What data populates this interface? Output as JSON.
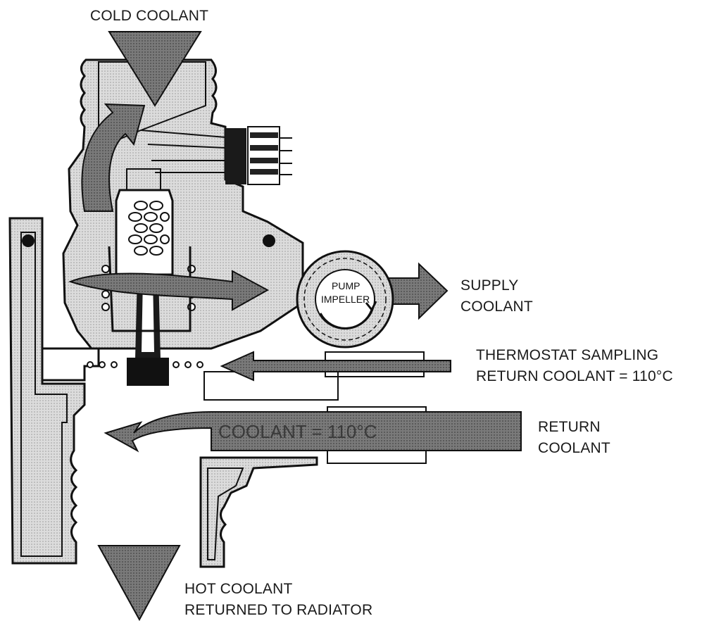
{
  "labels": {
    "cold_coolant": "COLD COOLANT",
    "supply_line1": "SUPPLY",
    "supply_line2": "COOLANT",
    "sampling_line1": "THERMOSTAT SAMPLING",
    "sampling_line2": "RETURN COOLANT = 110°C",
    "return_line1": "RETURN",
    "return_line2": "COOLANT",
    "hot_line1": "HOT COOLANT",
    "hot_line2": "RETURNED TO RADIATOR",
    "pump_line1": "PUMP",
    "pump_line2": "IMPELLER",
    "flow_temp": "COOLANT = 110°C"
  },
  "colors": {
    "line": "#111111",
    "flow_arrow": "#6e6e6e",
    "housing_fill": "#d9d9d9",
    "background": "#ffffff"
  }
}
